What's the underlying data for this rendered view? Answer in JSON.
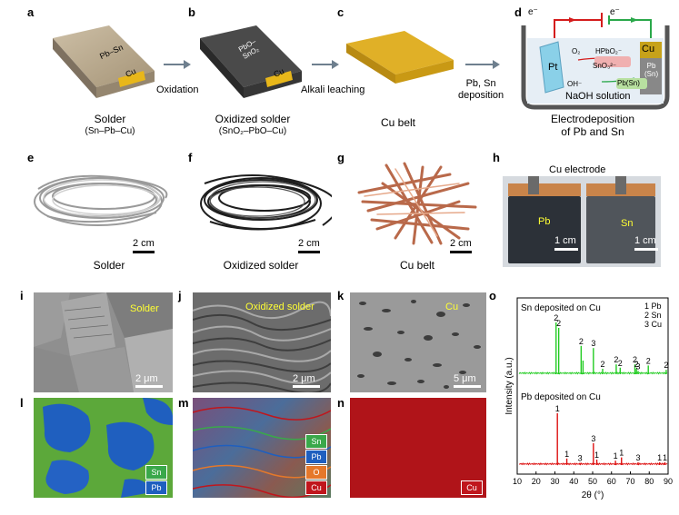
{
  "panels": {
    "a": {
      "label": "a",
      "caption": "Solder",
      "subcaption": "(Sn–Pb–Cu)",
      "block_top": "Pb–Sn",
      "block_tab": "Cu"
    },
    "b": {
      "label": "b",
      "caption": "Oxidized solder",
      "subcaption": "(SnO₂–PbO–Cu)",
      "block_top_1": "PbO–",
      "block_top_2": "SnO₂",
      "block_tab": "Cu",
      "arrow_label": "Oxidation"
    },
    "c": {
      "label": "c",
      "caption": "Cu belt",
      "arrow_label": "Alkali leaching"
    },
    "d": {
      "label": "d",
      "caption_1": "Electrodeposition",
      "caption_2": "of Pb and Sn",
      "arrow_label_1": "Pb, Sn",
      "arrow_label_2": "deposition",
      "electron_left": "e⁻",
      "electron_right": "e⁻",
      "pt": "Pt",
      "cu": "Cu",
      "pbsn_1": "Pb",
      "pbsn_2": "(Sn)",
      "o2": "O₂",
      "hpbo2": "HPbO₂⁻",
      "sno3": "SnO₃²⁻",
      "oh": "OH⁻",
      "pbsn_ion": "Pb(Sn)",
      "solution": "NaOH solution"
    },
    "e": {
      "label": "e",
      "caption": "Solder",
      "scale": "2 cm"
    },
    "f": {
      "label": "f",
      "caption": "Oxidized solder",
      "scale": "2 cm"
    },
    "g": {
      "label": "g",
      "caption": "Cu belt",
      "scale": "2 cm"
    },
    "h": {
      "label": "h",
      "title": "Cu electrode",
      "left_label": "Pb",
      "right_label": "Sn",
      "scale_left": "1 cm",
      "scale_right": "1 cm"
    },
    "i": {
      "label": "i",
      "tag": "Solder",
      "scale": "2 μm"
    },
    "j": {
      "label": "j",
      "tag": "Oxidized solder",
      "scale": "2 μm"
    },
    "k": {
      "label": "k",
      "tag": "Cu",
      "scale": "5 μm"
    },
    "l": {
      "label": "l",
      "legend": [
        "Sn",
        "Pb"
      ]
    },
    "m": {
      "label": "m",
      "legend": [
        "Sn",
        "Pb",
        "O",
        "Cu"
      ]
    },
    "n": {
      "label": "n",
      "legend": [
        "Cu"
      ]
    },
    "o": {
      "label": "o"
    }
  },
  "colors": {
    "arrow": "#6e7f8e",
    "sn_map": "#3aa84a",
    "pb_map": "#1f5fbf",
    "o_map": "#e5782a",
    "cu_map": "#c0161c",
    "xrd_sn": "#22cc22",
    "xrd_pb": "#dd1111",
    "cu_block": "#e8b71a",
    "label_yellow": "#ffff33"
  },
  "chart_data": {
    "type": "line",
    "xlabel": "2θ (°)",
    "ylabel": "Intensity (a.u.)",
    "xlim": [
      10,
      90
    ],
    "xticks": [
      10,
      20,
      30,
      40,
      50,
      60,
      70,
      80,
      90
    ],
    "legend_lines": [
      "1 Pb",
      "2 Sn",
      "3 Cu"
    ],
    "series": [
      {
        "name": "Sn deposited on Cu",
        "color": "#22cc22",
        "peaks": [
          {
            "x": 30.6,
            "h": 0.95,
            "label": "2"
          },
          {
            "x": 32.0,
            "h": 0.85,
            "label": "2"
          },
          {
            "x": 43.9,
            "h": 0.52,
            "label": "2"
          },
          {
            "x": 44.9,
            "h": 0.25,
            "label": ""
          },
          {
            "x": 50.4,
            "h": 0.48,
            "label": "3"
          },
          {
            "x": 55.3,
            "h": 0.1,
            "label": "2"
          },
          {
            "x": 62.5,
            "h": 0.18,
            "label": "2"
          },
          {
            "x": 64.6,
            "h": 0.12,
            "label": "2"
          },
          {
            "x": 72.4,
            "h": 0.18,
            "label": "2"
          },
          {
            "x": 73.2,
            "h": 0.1,
            "label": "2"
          },
          {
            "x": 74.1,
            "h": 0.06,
            "label": "3"
          },
          {
            "x": 79.5,
            "h": 0.16,
            "label": "2"
          },
          {
            "x": 89.0,
            "h": 0.08,
            "label": "2"
          }
        ]
      },
      {
        "name": "Pb deposited on Cu",
        "color": "#dd1111",
        "peaks": [
          {
            "x": 31.3,
            "h": 0.95,
            "label": "1"
          },
          {
            "x": 36.3,
            "h": 0.12,
            "label": "1"
          },
          {
            "x": 43.3,
            "h": 0.04,
            "label": "3"
          },
          {
            "x": 50.4,
            "h": 0.4,
            "label": "3"
          },
          {
            "x": 52.2,
            "h": 0.1,
            "label": "1"
          },
          {
            "x": 62.1,
            "h": 0.08,
            "label": "1"
          },
          {
            "x": 65.3,
            "h": 0.14,
            "label": "1"
          },
          {
            "x": 74.1,
            "h": 0.05,
            "label": "3"
          },
          {
            "x": 85.5,
            "h": 0.05,
            "label": "1"
          },
          {
            "x": 88.3,
            "h": 0.05,
            "label": "1"
          }
        ]
      }
    ]
  }
}
